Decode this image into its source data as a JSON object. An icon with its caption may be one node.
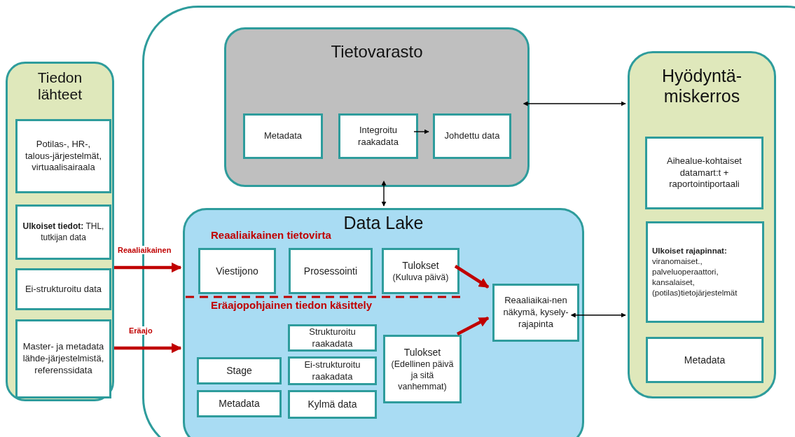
{
  "diagram": {
    "nodes": [
      {
        "text": [
          "Tiedon lähteet"
        ]
      },
      {
        "text": [
          "Potilas-, HR-, talous-järjestelmät, virtuaalisairaala"
        ],
        "in": 0
      },
      {
        "text": [
          "**Ulkoiset tiedot:** THL, tutkijan data"
        ],
        "in": 0
      },
      {
        "text": [
          "Ei-strukturoitu data"
        ],
        "in": 0
      },
      {
        "text": [
          "Master- ja metadata lähde-järjestelmistä, referenssidata"
        ],
        "in": 0
      },
      {
        "text": [],
        "shape": "box"
      },
      {
        "text": [
          "Tietovarasto"
        ],
        "in": 5
      },
      {
        "text": [
          "Metadata"
        ],
        "in": 6
      },
      {
        "text": [
          "Integroitu raakadata"
        ],
        "in": 6
      },
      {
        "text": [
          "Johdettu data"
        ],
        "in": 6
      },
      {
        "text": [
          "Data Lake"
        ],
        "in": 5
      },
      {
        "text": [
          "Viestijono"
        ],
        "in": 10
      },
      {
        "text": [
          "Prosessointi"
        ],
        "in": 10
      },
      {
        "text": [
          "Tulokset",
          "(Kuluva päivä)"
        ],
        "in": 10
      },
      {
        "text": [
          "Strukturoitu raakadata"
        ],
        "in": 10
      },
      {
        "text": [
          "Stage"
        ],
        "in": 10
      },
      {
        "text": [
          "Ei-strukturoitu raakadata"
        ],
        "in": 10
      },
      {
        "text": [
          "Metadata"
        ],
        "in": 10
      },
      {
        "text": [
          "Kylmä data"
        ],
        "in": 10
      },
      {
        "text": [
          "Tulokset",
          "(Edellinen päivä ja sitä vanhemmat)"
        ],
        "in": 10
      },
      {
        "text": [
          "Reaaliaikai-nen näkymä, kysely-rajapinta"
        ],
        "in": 10
      },
      {
        "text": [
          "Hyödyntä-miskerros"
        ],
        "in": 5
      },
      {
        "text": [
          "Aihealue-kohtaiset datamart:t + raportointiportaali"
        ],
        "in": 21
      },
      {
        "text": [
          "**Ulkoiset rajapinnat:** viranomaiset., palveluoperaattori, kansalaiset, (potilas)tietojärjestelmät"
        ],
        "in": 21
      },
      {
        "text": [
          "Metadata"
        ],
        "in": 21
      }
    ],
    "edges": [
      {
        "from": 0,
        "to": 10,
        "arrow": "to",
        "label": "Reaaliaikainen",
        "style": "thick",
        "color": "#c00000"
      },
      {
        "from": 0,
        "to": 10,
        "arrow": "to",
        "label": "Eräajo",
        "style": "thick",
        "color": "#c00000"
      },
      {
        "from": 8,
        "to": 9,
        "arrow": "to",
        "color": "#000000"
      },
      {
        "from": 6,
        "to": 21,
        "arrow": "both",
        "color": "#000000"
      },
      {
        "from": 6,
        "to": 10,
        "arrow": "both",
        "color": "#000000"
      },
      {
        "from": 13,
        "to": 20,
        "arrow": "to",
        "style": "thick",
        "color": "#c00000"
      },
      {
        "from": 19,
        "to": 20,
        "arrow": "to",
        "style": "thick",
        "color": "#c00000"
      },
      {
        "from": 20,
        "to": 21,
        "arrow": "both",
        "color": "#000000"
      }
    ],
    "labels": [
      "Reaaliaikainen tietovirta",
      "Eräajopohjainen tiedon käsittely"
    ]
  }
}
